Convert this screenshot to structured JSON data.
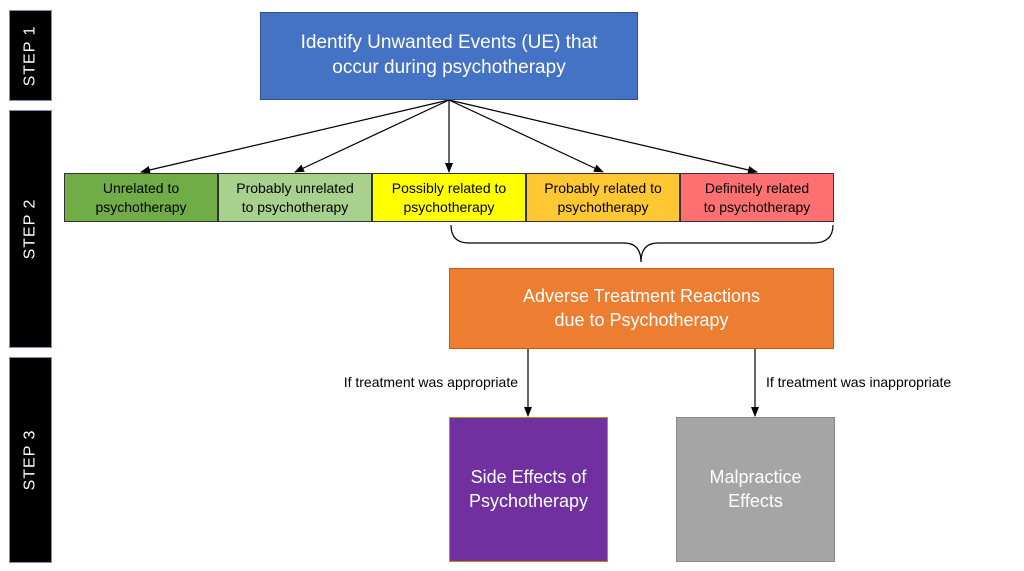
{
  "steps": [
    "STEP 1",
    "STEP 2",
    "STEP 3"
  ],
  "identify_box": "Identify Unwanted Events (UE) that\noccur during psychotherapy",
  "categories": [
    {
      "label": "Unrelated to\npsychotherapy",
      "color": "#70ad47"
    },
    {
      "label": "Probably unrelated\nto psychotherapy",
      "color": "#a9d18e"
    },
    {
      "label": "Possibly related to\npsychotherapy",
      "color": "#ffff00"
    },
    {
      "label": "Probably related to\npsychotherapy",
      "color": "#ffc832"
    },
    {
      "label": "Definitely related\nto psychotherapy",
      "color": "#ff7070"
    }
  ],
  "adverse_box": "Adverse Treatment Reactions\ndue to Psychotherapy",
  "branches": {
    "appropriate": "If treatment was appropriate",
    "inappropriate": "If treatment was inappropriate"
  },
  "outcomes": {
    "side_effects": "Side Effects of\nPsychotherapy",
    "malpractice": "Malpractice\nEffects"
  },
  "colors": {
    "identify": "#4472c4",
    "adverse": "#ed7d31",
    "side_effects": "#7030a0",
    "malpractice": "#a5a5a5",
    "step_bg": "#000000"
  }
}
